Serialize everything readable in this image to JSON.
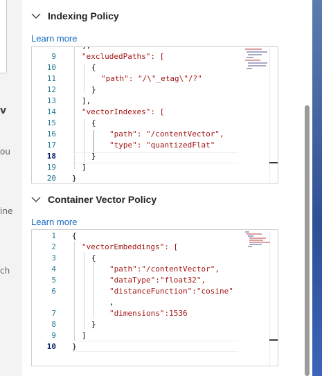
{
  "background_fragments": [
    "v",
    "ou",
    "ine",
    "ch"
  ],
  "indexing_policy": {
    "title": "Indexing Policy",
    "learn_more": "Learn more",
    "lines": [
      {
        "n": "9",
        "text": "\"excludedPaths\": ["
      },
      {
        "n": "10",
        "text": "{"
      },
      {
        "n": "11",
        "text": "\"path\": \"/\\\"_etag\\\"/?\""
      },
      {
        "n": "12",
        "text": "}"
      },
      {
        "n": "13",
        "text": "],"
      },
      {
        "n": "14",
        "text": "\"vectorIndexes\": ["
      },
      {
        "n": "15",
        "text": "{"
      },
      {
        "n": "16",
        "text": "\"path\": \"/contentVector\","
      },
      {
        "n": "17",
        "text": "\"type\": \"quantizedFlat\""
      },
      {
        "n": "18",
        "text": "}"
      },
      {
        "n": "19",
        "text": "]"
      },
      {
        "n": "20",
        "text": "}"
      }
    ]
  },
  "container_vector_policy": {
    "title": "Container Vector Policy",
    "learn_more": "Learn more",
    "lines": [
      {
        "n": "1",
        "text": "{"
      },
      {
        "n": "2",
        "text": "\"vectorEmbeddings\": ["
      },
      {
        "n": "3",
        "text": "{"
      },
      {
        "n": "4",
        "text": "\"path\":\"/contentVector\","
      },
      {
        "n": "5",
        "text": "\"dataType\":\"float32\","
      },
      {
        "n": "6",
        "text": "\"distanceFunction\":\"cosine\""
      },
      {
        "n": "",
        "text": ","
      },
      {
        "n": "7",
        "text": "\"dimensions\":1536"
      },
      {
        "n": "8",
        "text": "}"
      },
      {
        "n": "9",
        "text": "]"
      },
      {
        "n": "10",
        "text": "}"
      }
    ]
  },
  "icons": {
    "section_toggle": "chevron-down-icon"
  }
}
